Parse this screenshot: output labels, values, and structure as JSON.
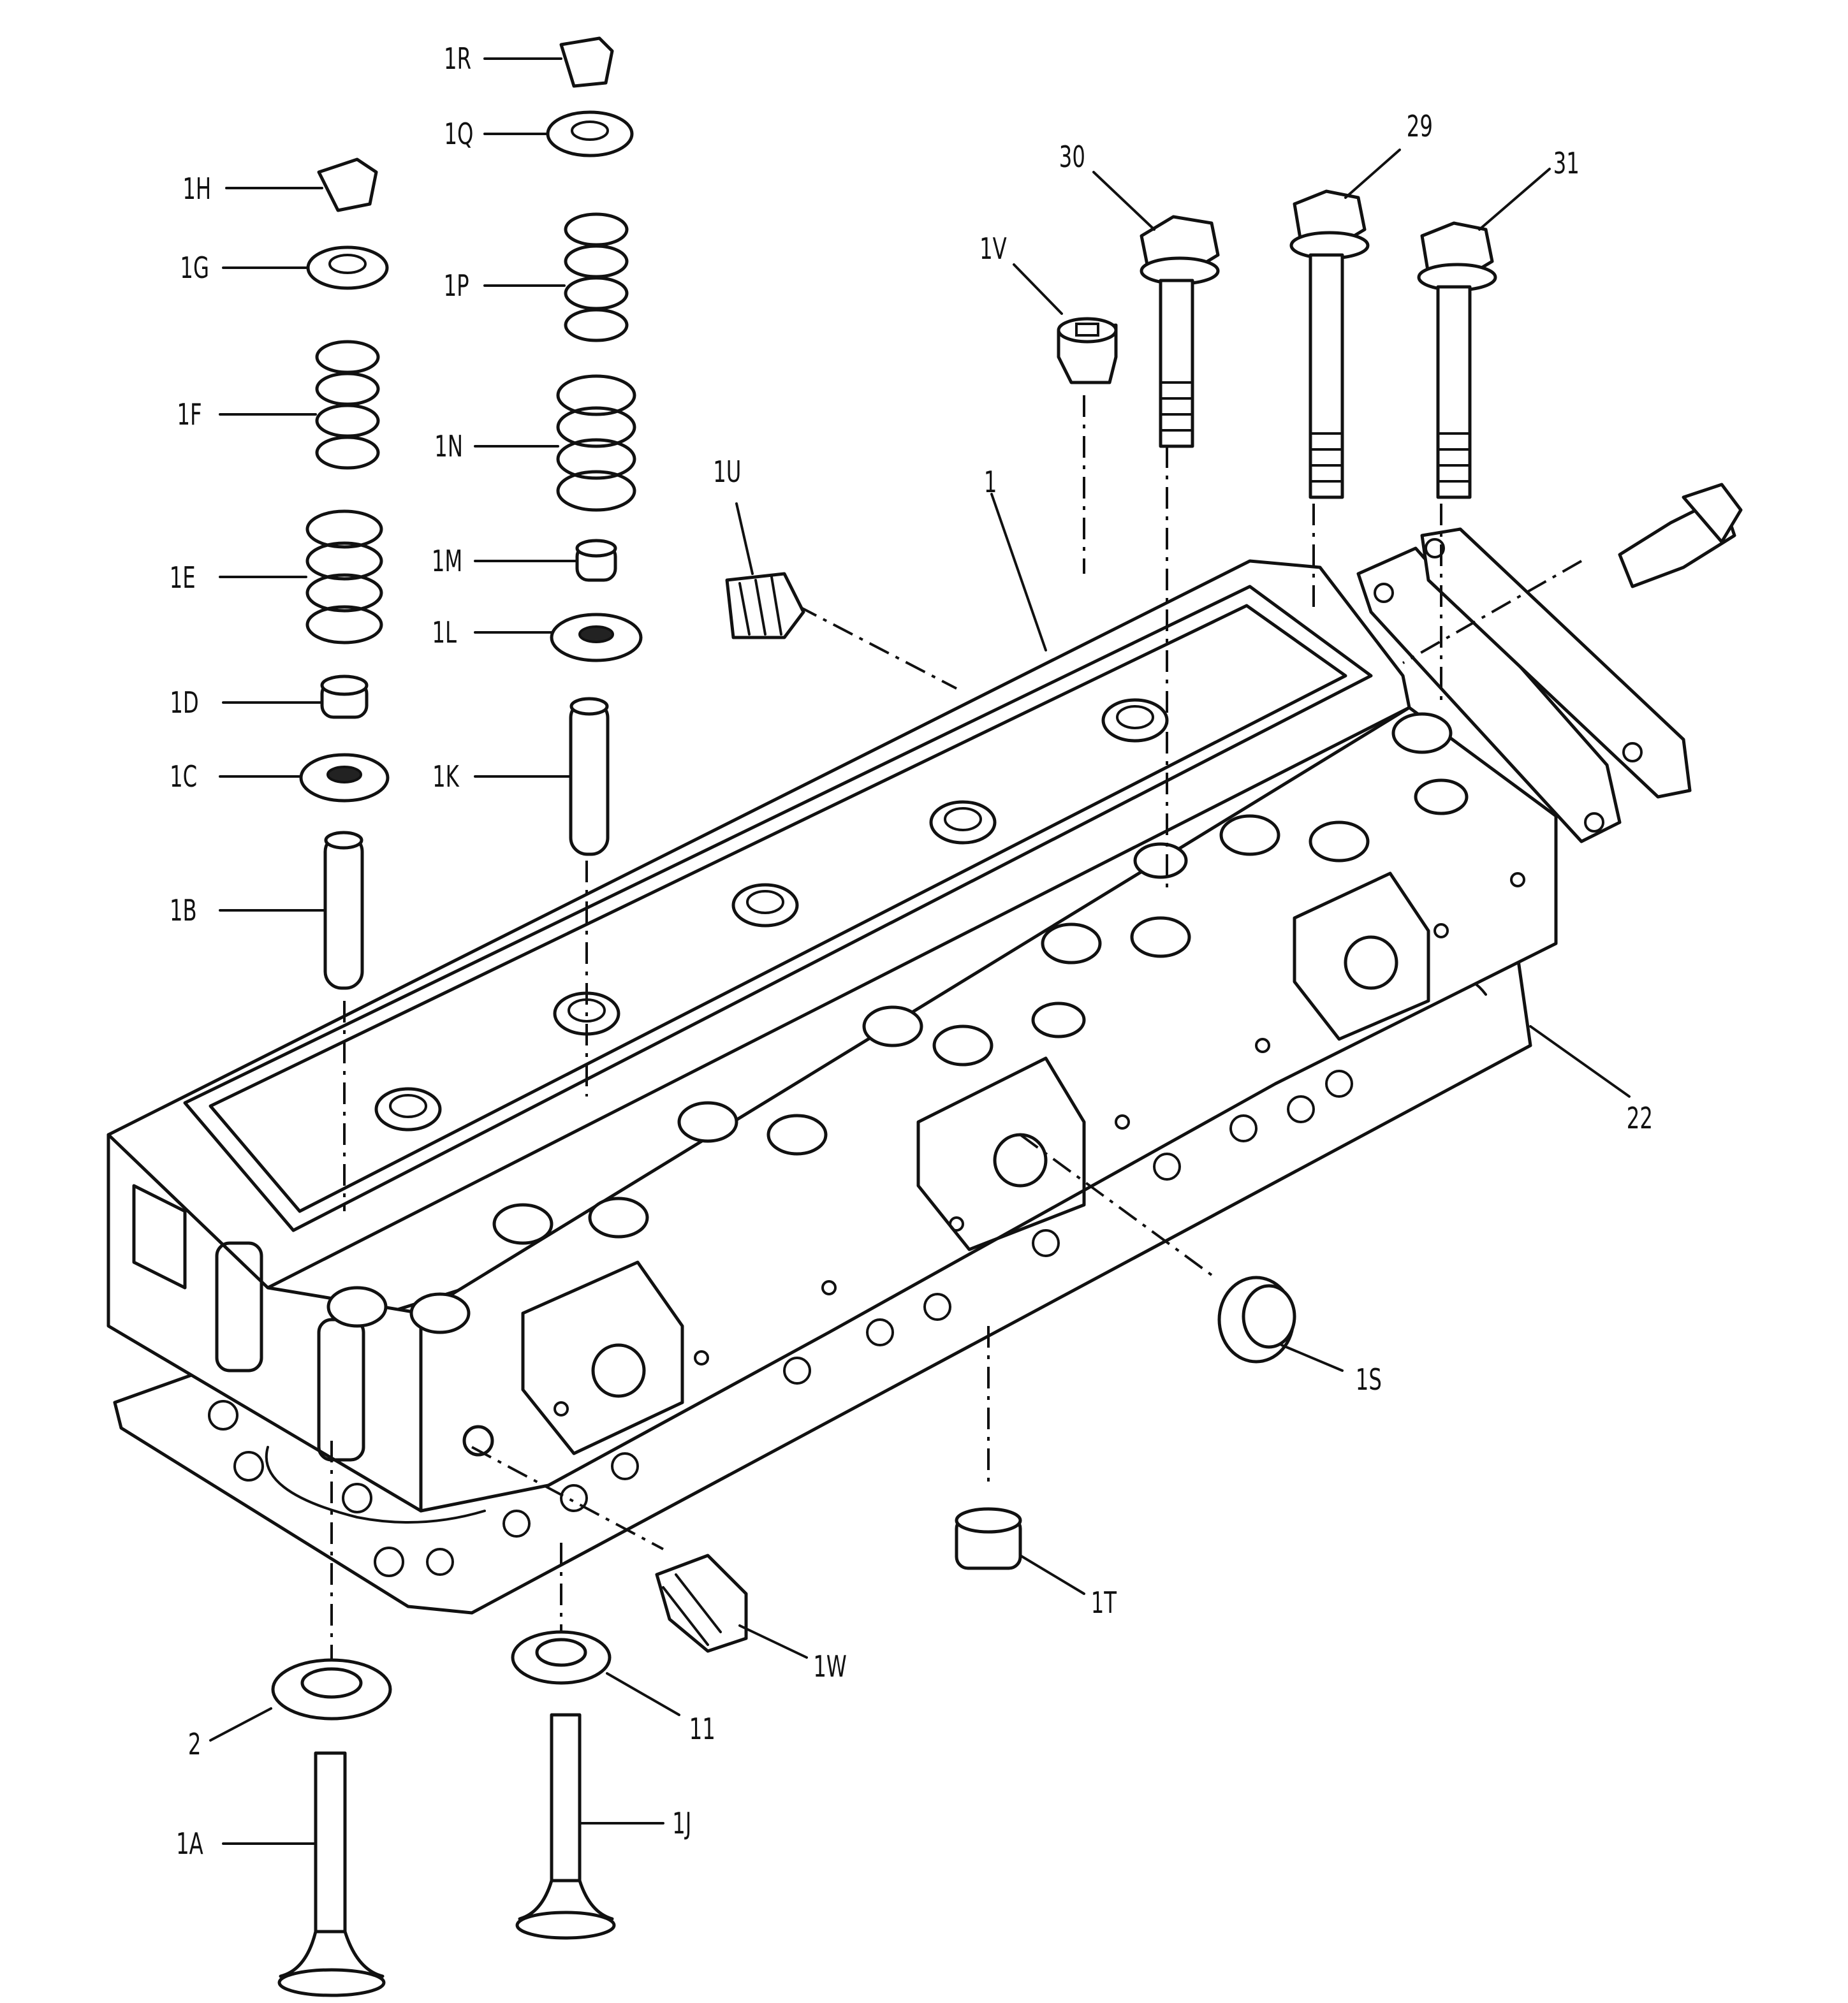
{
  "labels": {
    "l1": "1",
    "l1A": "1A",
    "l1B": "1B",
    "l1C": "1C",
    "l1D": "1D",
    "l1E": "1E",
    "l1F": "1F",
    "l1G": "1G",
    "l1H": "1H",
    "l1J": "1J",
    "l1K": "1K",
    "l1L": "1L",
    "l1M": "1M",
    "l1N": "1N",
    "l1P": "1P",
    "l1Q": "1Q",
    "l1R": "1R",
    "l1S": "1S",
    "l1T": "1T",
    "l1U": "1U",
    "l1V": "1V",
    "l1W": "1W",
    "l2": "2",
    "l11": "11",
    "l22": "22",
    "l29": "29",
    "l30": "30",
    "l31": "31"
  }
}
